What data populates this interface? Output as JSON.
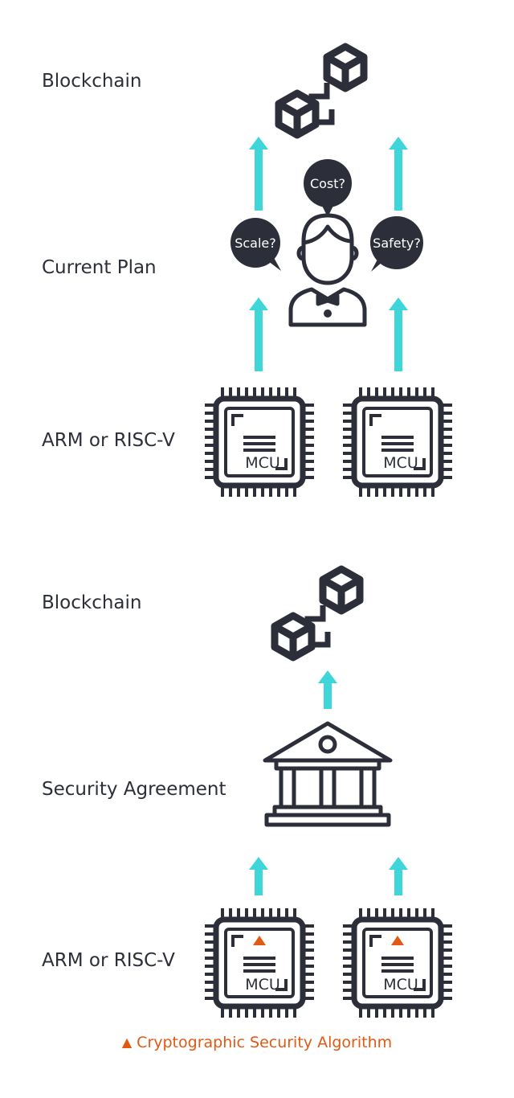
{
  "top_section": {
    "row_labels": {
      "blockchain": "Blockchain",
      "current_plan": "Current Plan",
      "chips": "ARM or RISC-V"
    },
    "bubbles": {
      "cost": "Cost?",
      "scale": "Scale?",
      "safety": "Safety?"
    },
    "chip_label": "MCU"
  },
  "bottom_section": {
    "row_labels": {
      "blockchain": "Blockchain",
      "agreement": "Security Agreement",
      "chips": "ARM or RISC-V"
    },
    "chip_label": "MCU"
  },
  "legend": {
    "marker": "▲",
    "text": "Cryptographic Security Algorithm"
  },
  "colors": {
    "icon": "#2c2f39",
    "arrow": "#3fd6d9",
    "accent": "#e05a14",
    "bubble": "#2c2f39"
  }
}
